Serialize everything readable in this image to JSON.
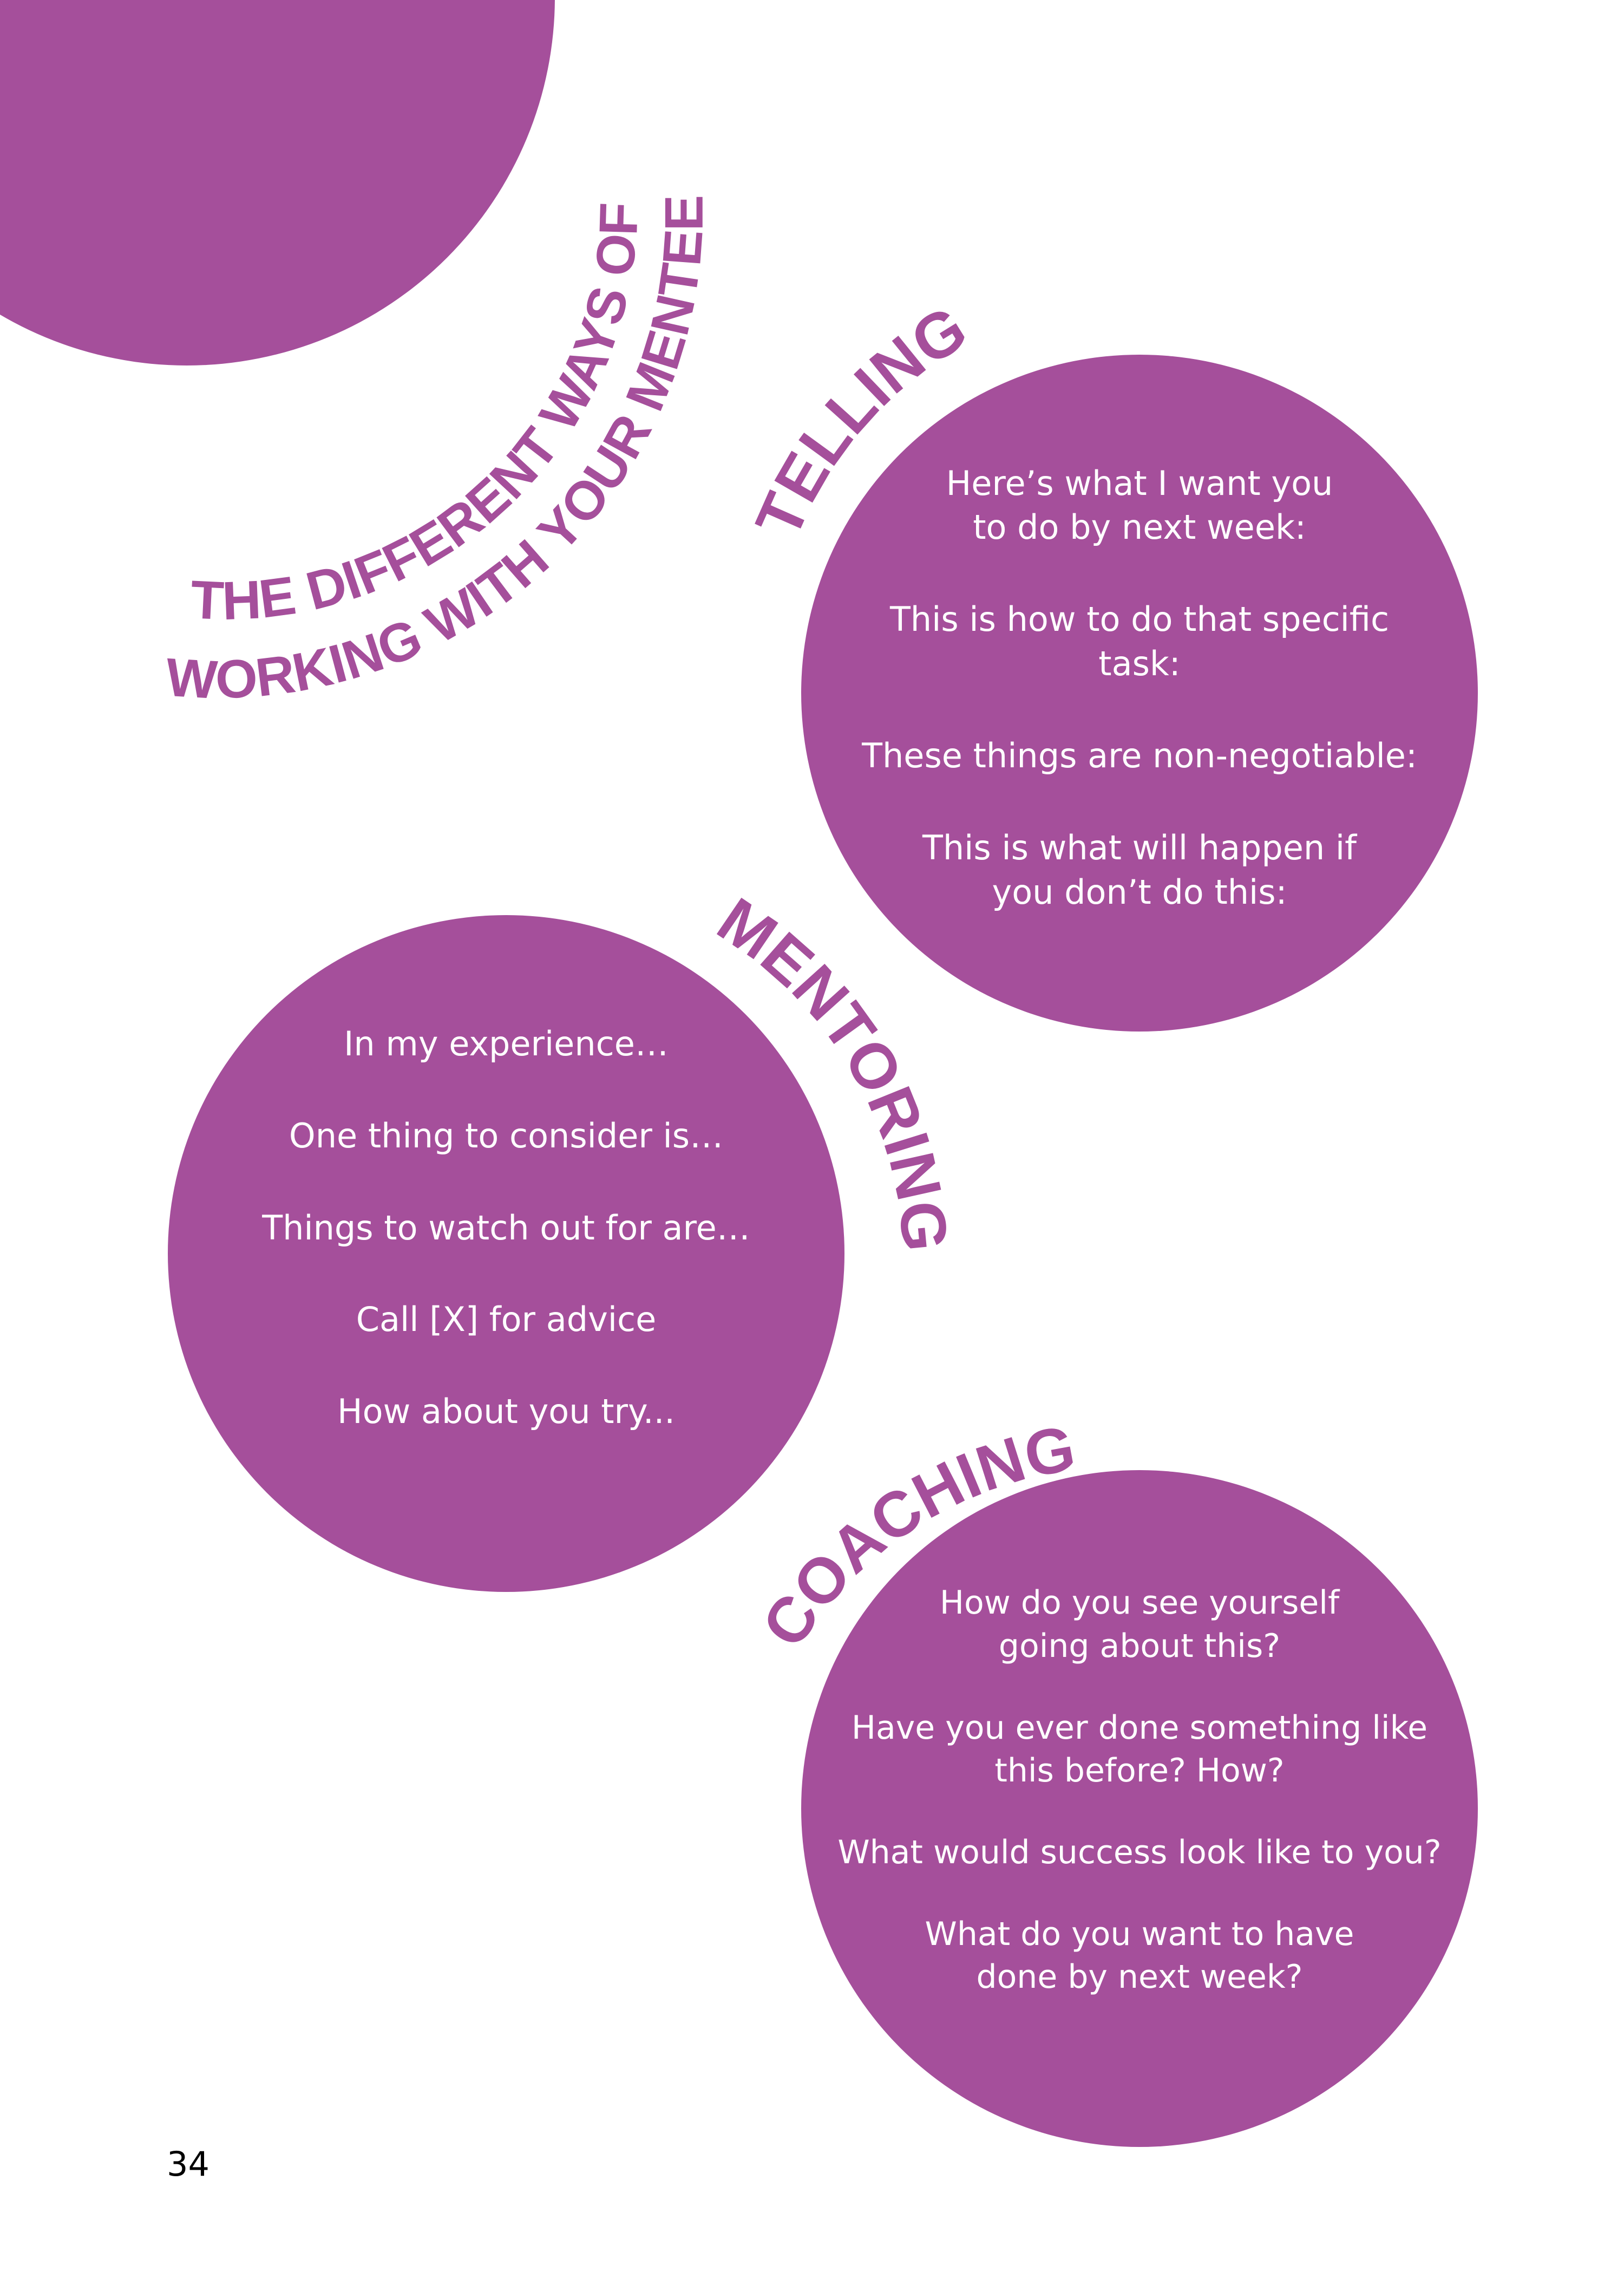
{
  "title": {
    "line1": "THE DIFFERENT WAYS OF",
    "line2": "WORKING WITH YOUR MENTEE"
  },
  "sections": {
    "telling": {
      "heading": "TELLING",
      "lines": [
        "Here’s what I want you to do by next week:",
        "This is how to do that specific task:",
        "These things are non-negotiable:",
        "This is what will happen if you don’t do this:"
      ]
    },
    "mentoring": {
      "heading": "MENTORING",
      "lines": [
        "In my experience…",
        "One thing to consider is…",
        "Things to watch out for are…",
        "Call [X] for advice",
        "How about you try..."
      ]
    },
    "coaching": {
      "heading": "COACHING",
      "lines": [
        "How do you see yourself going about this?",
        "Have you ever done something like this before? How?",
        "What would success look like to you?",
        "What do you want to have done by next week?"
      ]
    }
  },
  "page_number": "34",
  "colors": {
    "accent": "#a54f9b",
    "background": "#ffffff",
    "bubble_text": "#ffffff",
    "page_number": "#000000"
  }
}
